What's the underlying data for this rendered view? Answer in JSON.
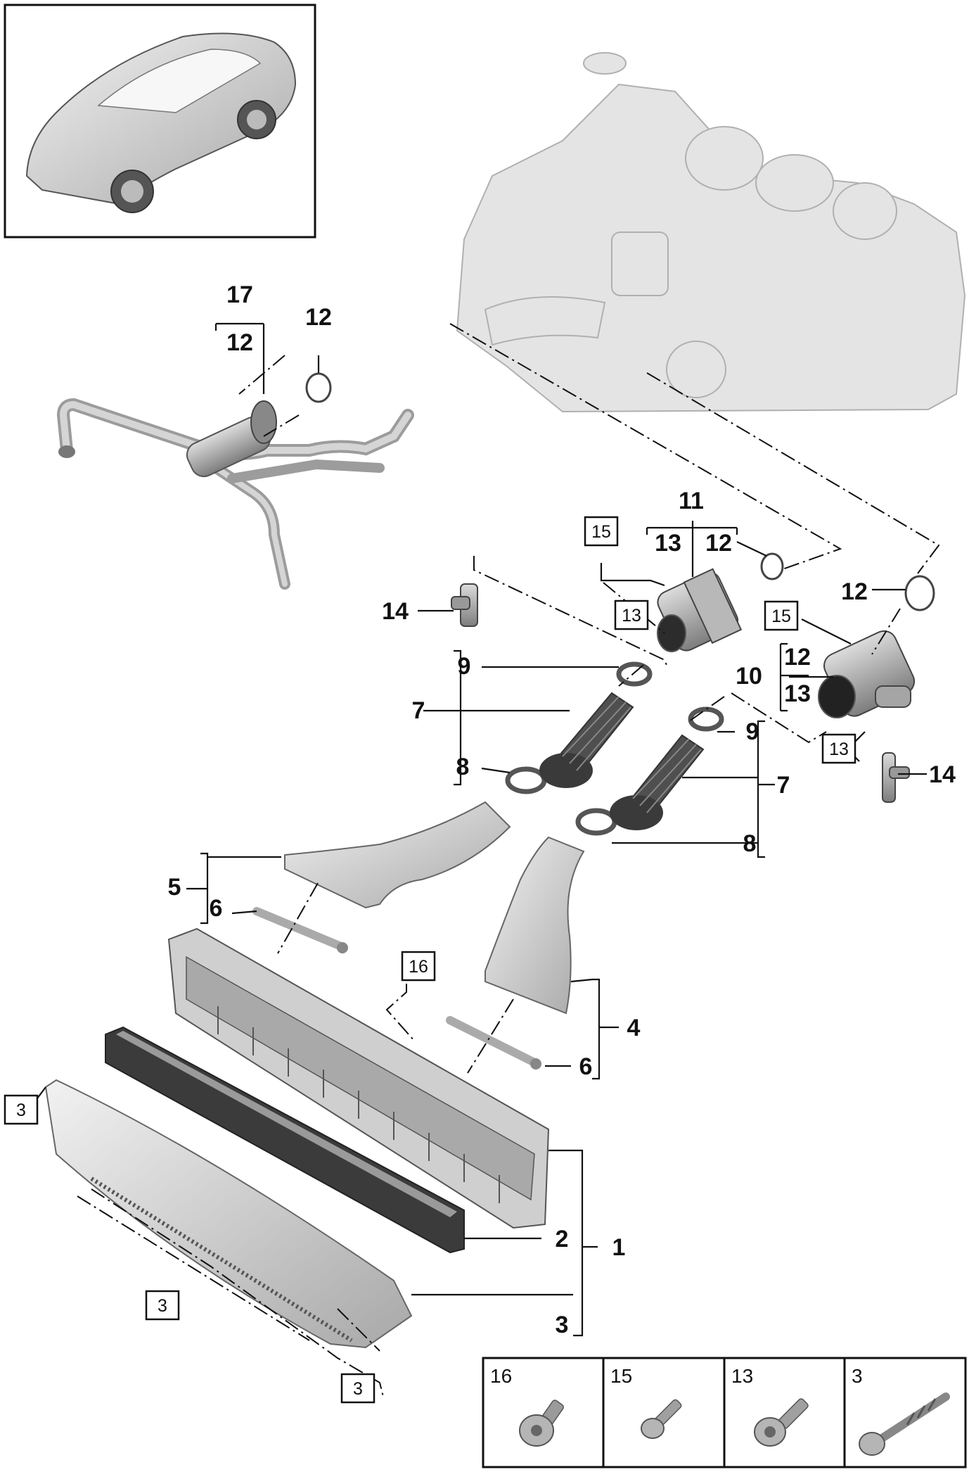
{
  "callouts": {
    "c1": "1",
    "c2": "2",
    "c3": "3",
    "c4": "4",
    "c5": "5",
    "c6a": "6",
    "c6b": "6",
    "c7a": "7",
    "c7b": "7",
    "c8a": "8",
    "c8b": "8",
    "c9a": "9",
    "c9b": "9",
    "c10": "10",
    "c11": "11",
    "c12a": "12",
    "c12b": "12",
    "c12c": "12",
    "c12d": "12",
    "c12e": "12",
    "c13a": "13",
    "c13b": "13",
    "c14a": "14",
    "c14b": "14",
    "c17": "17"
  },
  "fastener_refs": {
    "r15a": "15",
    "r15b": "15",
    "r13a": "13",
    "r13b": "13",
    "r16": "16",
    "r3a": "3",
    "r3b": "3",
    "r3c": "3"
  },
  "fastener_legend": {
    "f16": "16",
    "f15": "15",
    "f13": "13",
    "f3": "3"
  }
}
